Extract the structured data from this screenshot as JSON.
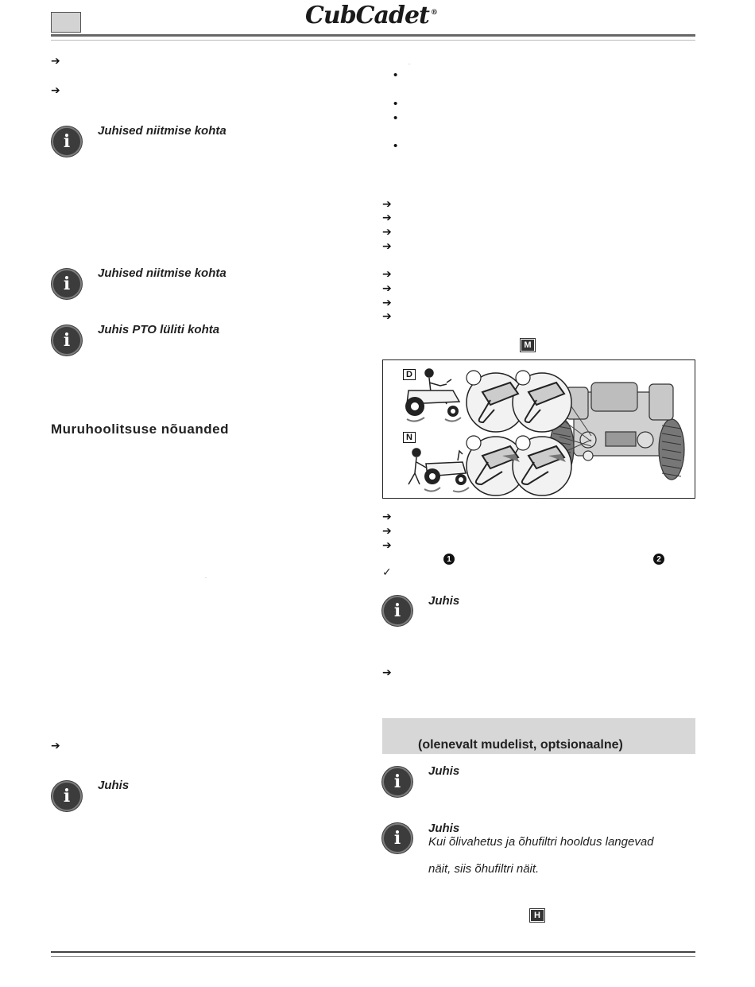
{
  "header": {
    "logo_text": "CubCadet",
    "logo_reg": "®"
  },
  "glyphs": {
    "arrow": "➔",
    "bullet": "•",
    "check": "✓",
    "info": "i",
    "tiny_mark": "¨"
  },
  "left_column": {
    "note1_title": "Juhised niitmise kohta",
    "note2_title": "Juhised niitmise kohta",
    "note3_title": "Juhis PTO lüliti kohta",
    "section_heading": "Muruhoolitsuse nõuanded",
    "note4_title": "Juhis"
  },
  "right_column": {
    "figure_ref": "M",
    "number_1": "1",
    "number_2": "2",
    "note1_title": "Juhis",
    "band_text": "(olenevalt mudelist, optsionaalne)",
    "note2_title": "Juhis",
    "note3_title": "Juhis",
    "note3_line1": "Kui õlivahetus ja õhufiltri hooldus langevad",
    "note3_line2": "näit, siis õhufiltri näit.",
    "figure_ref_h": "H"
  },
  "figure": {
    "label_d": "D",
    "label_n": "N"
  },
  "colors": {
    "rule": "#666666",
    "band": "#d7d7d7",
    "icon": "#3c3c3c"
  }
}
